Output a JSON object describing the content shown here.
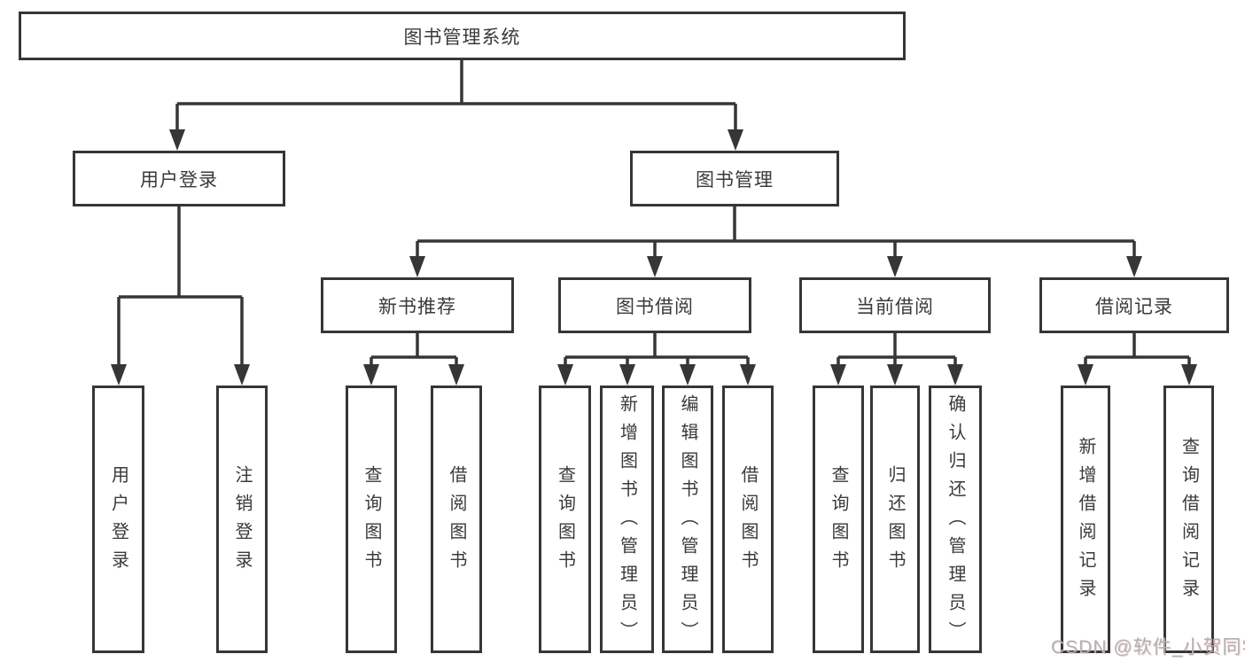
{
  "diagram": {
    "type": "hierarchy",
    "colors": {
      "line": "#363636",
      "box_border": "#363636",
      "box_fill": "#ffffff",
      "text": "#3a3a3a",
      "watermark": "#b3b3b3",
      "background": "#ffffff"
    },
    "tree": {
      "label": "图书管理系统",
      "children": [
        {
          "label": "用户登录",
          "children": [
            {
              "label": "用户登录"
            },
            {
              "label": "注销登录"
            }
          ]
        },
        {
          "label": "图书管理",
          "children": [
            {
              "label": "新书推荐",
              "children": [
                {
                  "label": "查询图书"
                },
                {
                  "label": "借阅图书"
                }
              ]
            },
            {
              "label": "图书借阅",
              "children": [
                {
                  "label": "查询图书"
                },
                {
                  "label": "新增图书（管理员）"
                },
                {
                  "label": "编辑图书（管理员）"
                },
                {
                  "label": "借阅图书"
                }
              ]
            },
            {
              "label": "当前借阅",
              "children": [
                {
                  "label": "查询图书"
                },
                {
                  "label": "归还图书"
                },
                {
                  "label": "确认归还（管理员）"
                }
              ]
            },
            {
              "label": "借阅记录",
              "children": [
                {
                  "label": "新增借阅记录"
                },
                {
                  "label": "查询借阅记录"
                }
              ]
            }
          ]
        }
      ]
    },
    "watermark": {
      "text": "CSDN @软件_小贺同学"
    }
  }
}
